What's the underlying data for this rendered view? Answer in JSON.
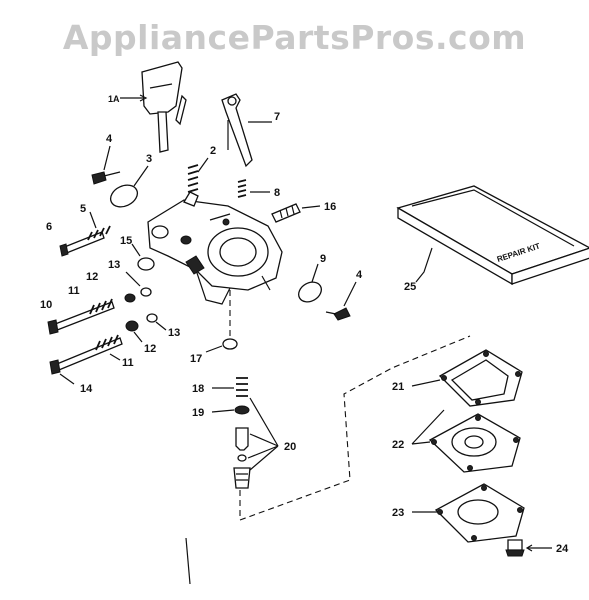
{
  "watermark": "AppliancePartsPros.com",
  "kit_text": "REPAIR KIT",
  "callouts": {
    "c1a": "1A",
    "c2": "2",
    "c3": "3",
    "c4a": "4",
    "c4b": "4",
    "c5": "5",
    "c6": "6",
    "c7": "7",
    "c8": "8",
    "c9": "9",
    "c10": "10",
    "c11a": "11",
    "c11b": "11",
    "c12a": "12",
    "c12b": "12",
    "c13a": "13",
    "c13b": "13",
    "c14": "14",
    "c15": "15",
    "c16": "16",
    "c17": "17",
    "c18": "18",
    "c19": "19",
    "c20": "20",
    "c21": "21",
    "c22": "22",
    "c23": "23",
    "c24": "24",
    "c25": "25"
  }
}
